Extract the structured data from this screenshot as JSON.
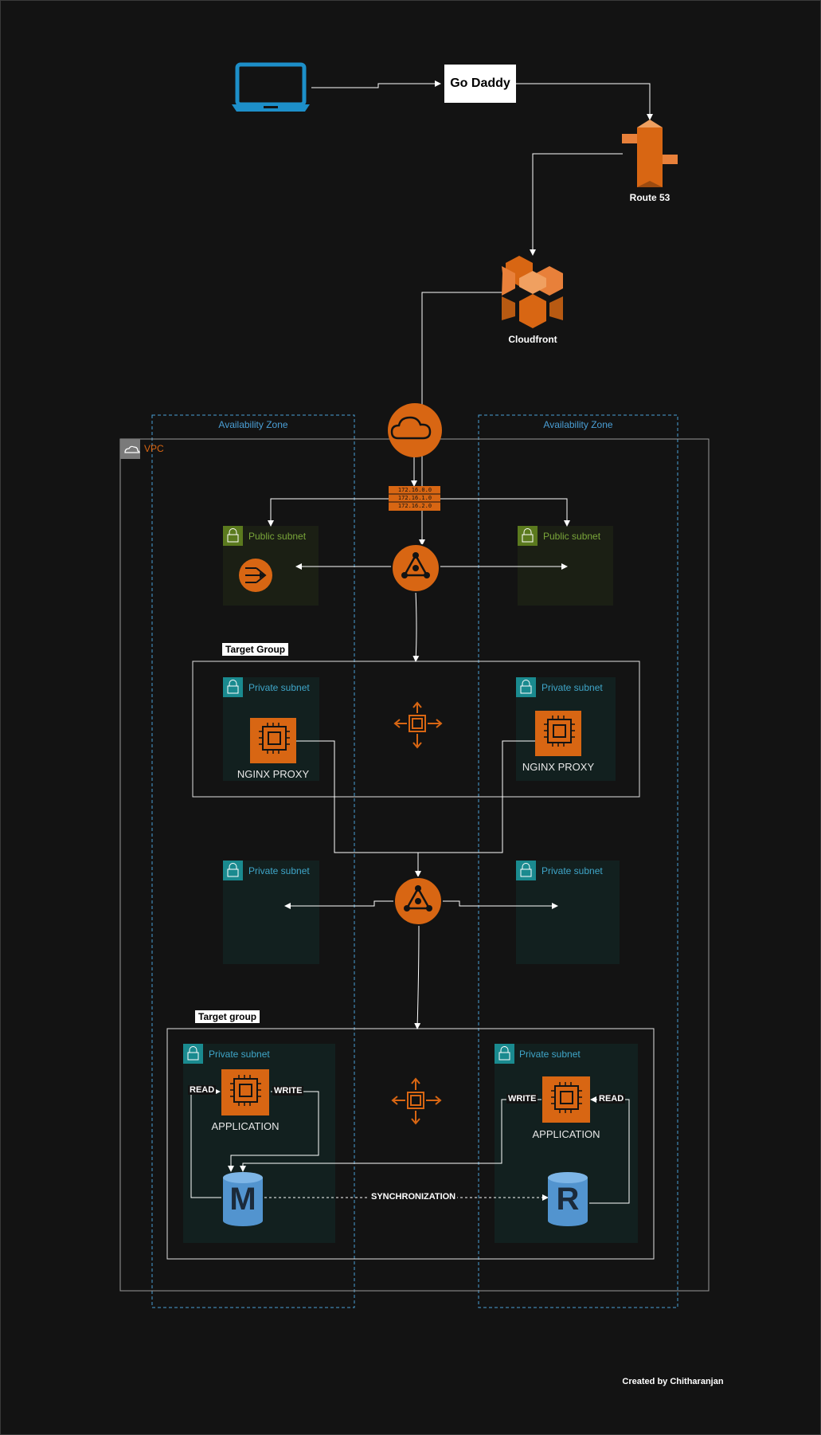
{
  "colors": {
    "background": "#131313",
    "aws_orange": "#d86613",
    "az_border": "#4a9fd6",
    "vpc_border": "#9a9a9a",
    "public_subnet_bg": "#1b1f14",
    "private_subnet_bg": "#12201f",
    "public_lock": "#5b7a1e",
    "private_lock": "#1a8a8f",
    "db_blue": "#5294cf"
  },
  "nodes": {
    "client": {
      "icon": "laptop-icon"
    },
    "godaddy": {
      "label": "Go Daddy"
    },
    "route53": {
      "label": "Route 53",
      "icon": "route53-icon"
    },
    "cloudfront": {
      "label": "Cloudfront",
      "icon": "cloudfront-icon"
    },
    "igw": {
      "icon": "internet-gateway-icon"
    },
    "route_table": {
      "rows": [
        "172.16.0.0",
        "172.16.1.0",
        "172.16.2.0"
      ]
    },
    "nat": {
      "icon": "nat-gateway-icon"
    },
    "alb_public": {
      "icon": "load-balancer-icon"
    },
    "alb_internal": {
      "icon": "load-balancer-icon"
    },
    "asg_proxy": {
      "icon": "auto-scaling-icon"
    },
    "asg_app": {
      "icon": "auto-scaling-icon"
    },
    "proxy_left": {
      "label": "NGINX PROXY",
      "icon": "ec2-instance-icon"
    },
    "proxy_right": {
      "label": "NGINX PROXY",
      "icon": "ec2-instance-icon"
    },
    "app_left": {
      "label": "APPLICATION",
      "icon": "ec2-instance-icon"
    },
    "app_right": {
      "label": "APPLICATION",
      "icon": "ec2-instance-icon"
    },
    "db_master": {
      "letter": "M",
      "icon": "database-icon"
    },
    "db_replica": {
      "letter": "R",
      "icon": "database-icon"
    }
  },
  "zones": {
    "az_left": "Availability Zone",
    "az_right": "Availability Zone",
    "vpc": "VPC"
  },
  "subnets": {
    "public_left": "Public subnet",
    "public_right": "Public subnet",
    "proxy_left": "Private subnet",
    "proxy_right": "Private subnet",
    "mid_left": "Private subnet",
    "mid_right": "Private subnet",
    "app_left": "Private subnet",
    "app_right": "Private subnet"
  },
  "groups": {
    "proxy_target_group": "Target Group",
    "app_target_group": "Target group"
  },
  "edge_labels": {
    "read_left": "READ",
    "write_left": "WRITE",
    "write_right": "WRITE",
    "read_right": "READ",
    "sync": "SYNCHRONIZATION"
  },
  "credit": "Created by Chitharanjan"
}
